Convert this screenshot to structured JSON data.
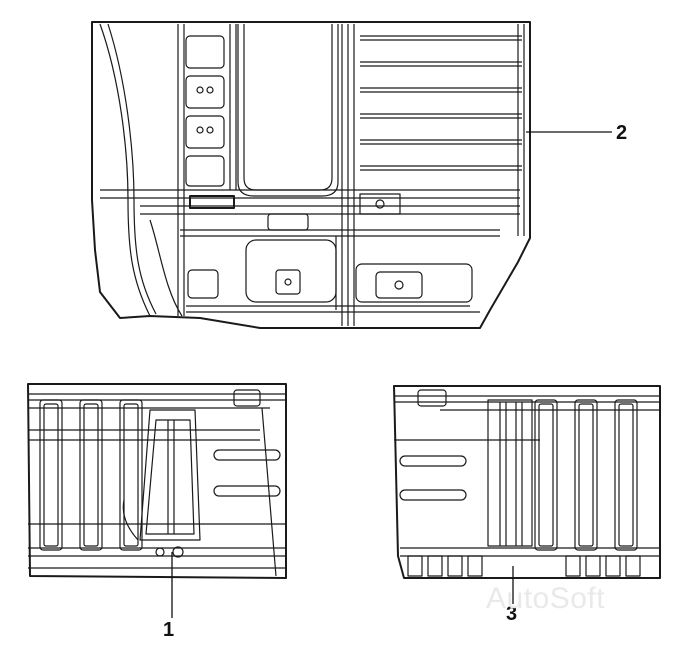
{
  "callouts": [
    {
      "id": "1",
      "label": "1"
    },
    {
      "id": "2",
      "label": "2"
    },
    {
      "id": "3",
      "label": "3"
    }
  ],
  "watermark": "AutoSoft",
  "colors": {
    "line": "#1a1a1a",
    "background": "#ffffff",
    "watermark": "#e9e9e9"
  }
}
